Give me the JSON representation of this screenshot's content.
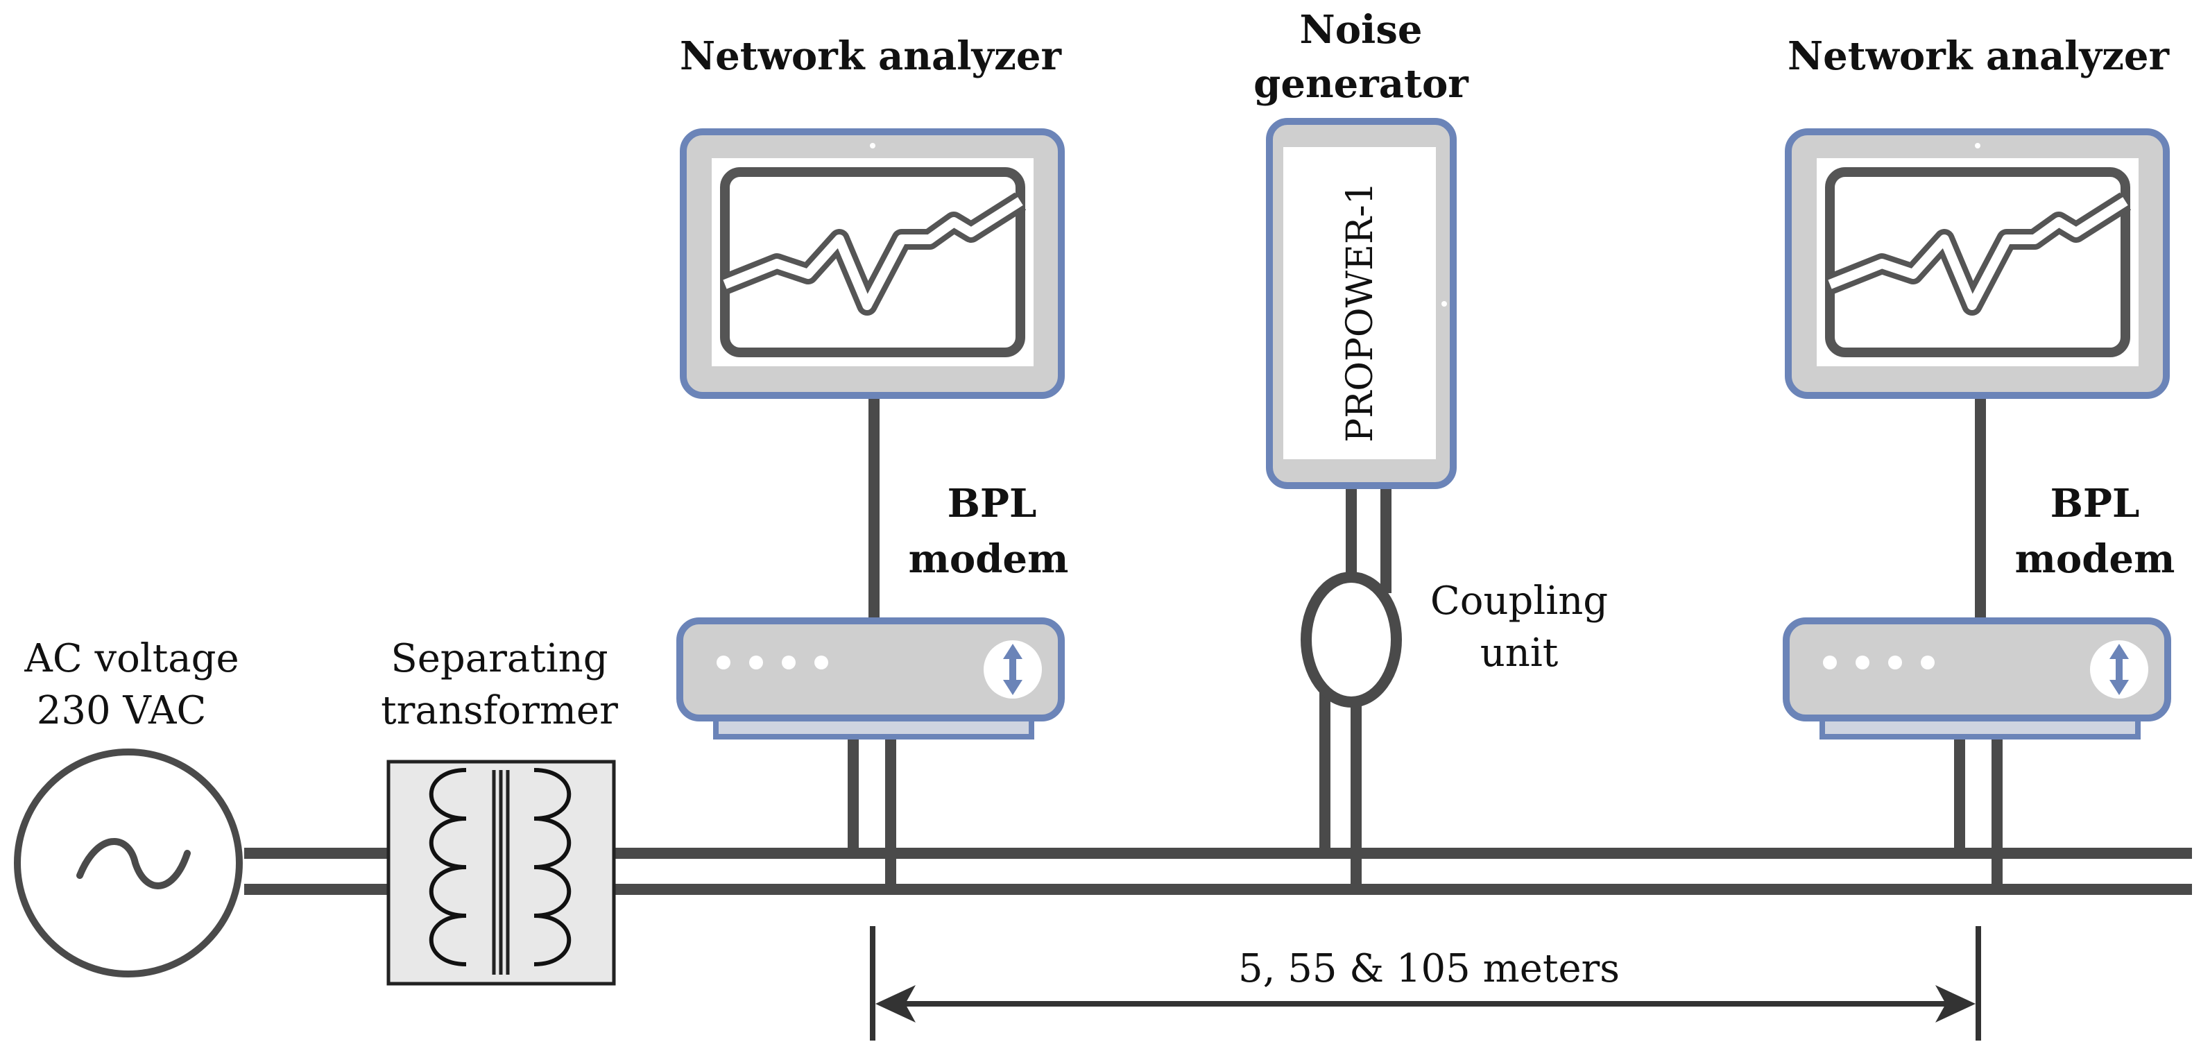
{
  "labels": {
    "network_analyzer_left": "Network analyzer",
    "network_analyzer_right": "Network analyzer",
    "noise_generator_line1": "Noise",
    "noise_generator_line2": "generator",
    "device_text": "PROPOWER-1",
    "bpl_modem_left_line1": "BPL",
    "bpl_modem_left_line2": "modem",
    "bpl_modem_right_line1": "BPL",
    "bpl_modem_right_line2": "modem",
    "coupling_unit_line1": "Coupling",
    "coupling_unit_line2": "unit",
    "ac_voltage_line1": "AC voltage",
    "ac_voltage_line2": "230 VAC",
    "transformer_line1": "Separating",
    "transformer_line2": "transformer",
    "distance": "5, 55 & 105 meters"
  },
  "colors": {
    "device_border": "#6b84b8",
    "device_fill": "#cfcfcf",
    "screen_fill": "#ffffff",
    "wire": "#4a4a4a",
    "text": "#111111"
  }
}
